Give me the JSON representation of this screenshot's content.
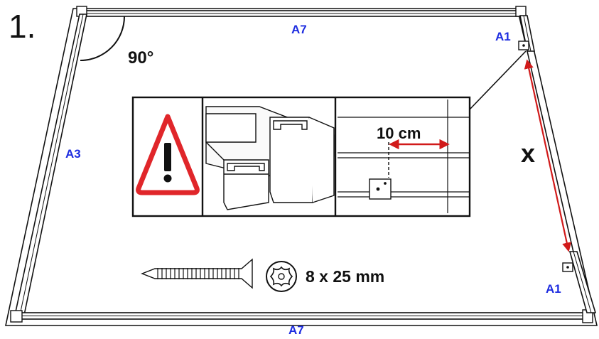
{
  "step_number": "1.",
  "angle_label": "90°",
  "x_label": "x",
  "distance_label": "10 cm",
  "screw_label": "8 x 25 mm",
  "screw_icon": "screw-icon",
  "torx_icon": "torx-bit-icon",
  "warning_icon": "warning-triangle-icon",
  "parts": {
    "top_rail": "A7",
    "bottom_rail": "A7",
    "left_rail": "A3",
    "bracket_top": "A1",
    "bracket_bottom": "A1"
  },
  "colors": {
    "part_label": "#1d2ce0",
    "dimension_arrow": "#d11a1a",
    "warning_red": "#e0262a",
    "line": "#111111"
  }
}
